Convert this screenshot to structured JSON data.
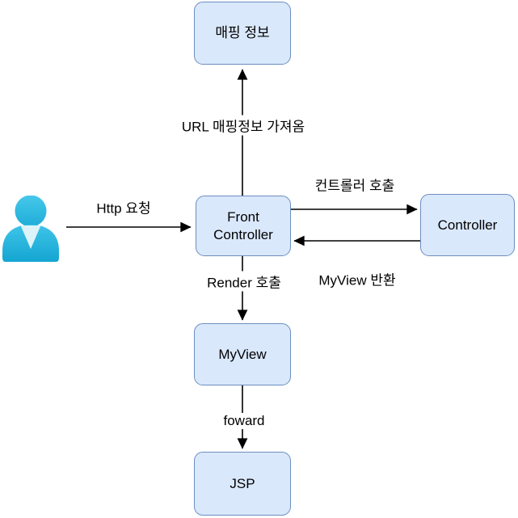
{
  "diagram": {
    "nodes": {
      "mapping_info": {
        "label": "매핑 정보"
      },
      "front_controller": {
        "label": "Front Controller"
      },
      "controller": {
        "label": "Controller"
      },
      "myview": {
        "label": "MyView"
      },
      "jsp": {
        "label": "JSP"
      }
    },
    "edges": {
      "http_request": {
        "label": "Http 요청"
      },
      "url_mapping": {
        "label": "URL 매핑정보 가져옴"
      },
      "controller_call": {
        "label": "컨트롤러 호출"
      },
      "myview_return": {
        "label": "MyView 반환"
      },
      "render_call": {
        "label": "Render 호출"
      },
      "forward": {
        "label": "foward"
      }
    },
    "actor": {
      "icon": "user-icon"
    },
    "colors": {
      "node_fill": "#dae8fc",
      "node_border": "#6c8ebf",
      "arrow": "#000000",
      "actor_top": "#3fc4e8",
      "actor_bottom": "#14a5d2",
      "actor_notch": "#ddf3fa"
    }
  }
}
